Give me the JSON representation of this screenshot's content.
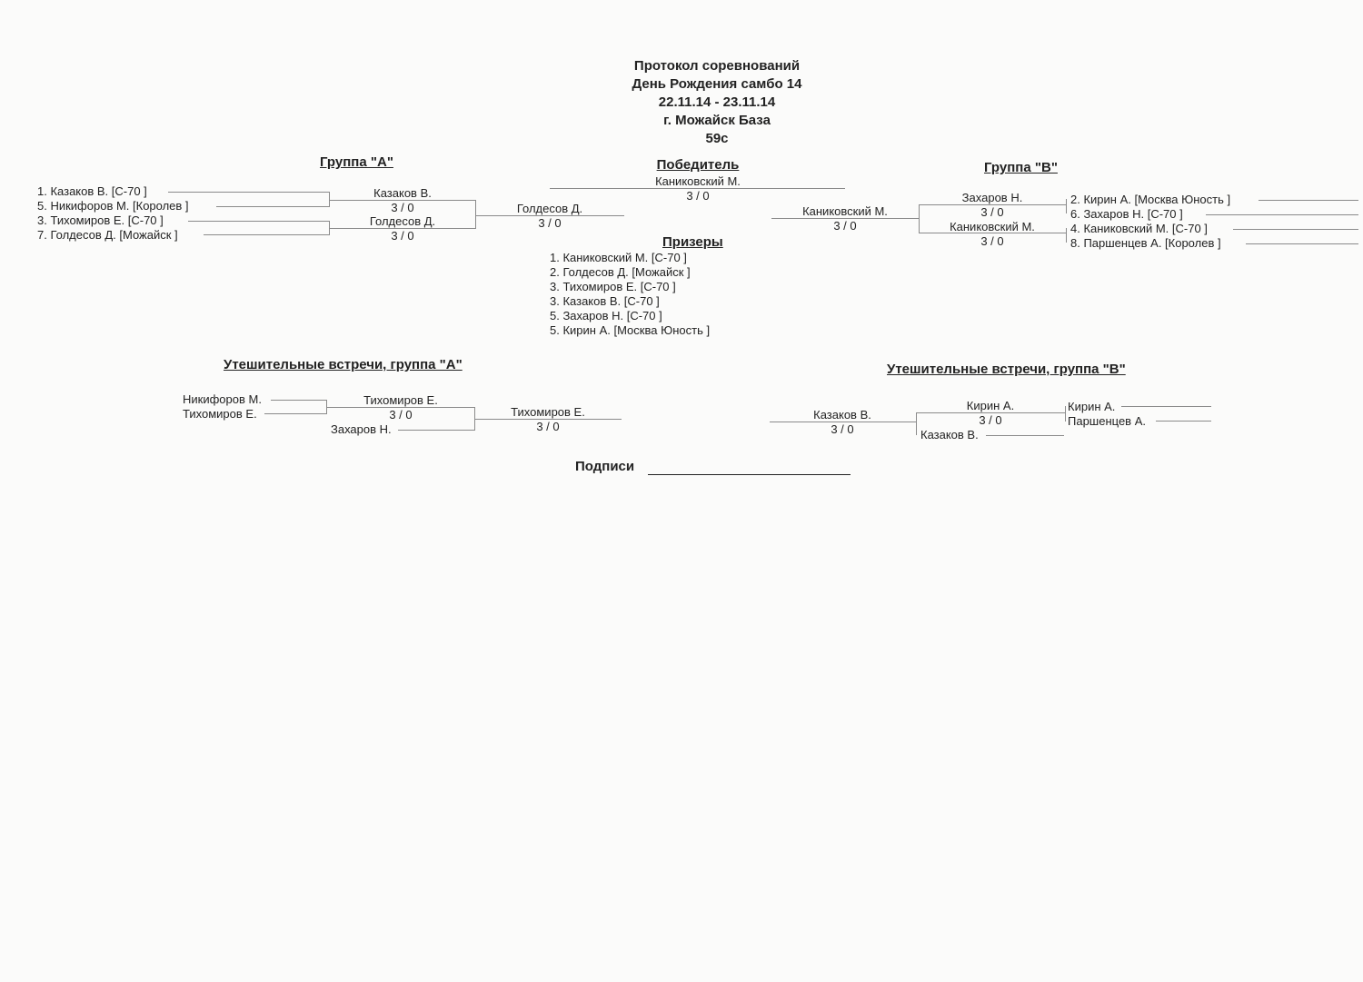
{
  "header": {
    "line1": "Протокол соревнований",
    "line2": "День Рождения самбо 14",
    "line3": "22.11.14 - 23.11.14",
    "line4": "г. Можайск База",
    "line5": "59с"
  },
  "group_a": {
    "title": "Группа  \"А\"",
    "entries": [
      "1. Казаков В.  [С-70   ]",
      "5. Никифоров М.  [Королев   ]",
      "3. Тихомиров Е.  [С-70   ]",
      "7. Голдесов Д.  [Можайск   ]"
    ],
    "r1": [
      {
        "name": "Казаков В.",
        "score": "3  /  0"
      },
      {
        "name": "Голдесов Д.",
        "score": "3  /  0"
      }
    ],
    "final": {
      "name": "Голдесов Д.",
      "score": "3  /  0"
    }
  },
  "group_b": {
    "title": "Группа  \"В\"",
    "entries": [
      "2. Кирин А.  [Москва Юность   ]",
      "6. Захаров Н.  [С-70   ]",
      "4. Каниковский М.  [С-70   ]",
      "8. Паршенцев А.  [Королев   ]"
    ],
    "r1": [
      {
        "name": "Захаров Н.",
        "score": "3  /  0"
      },
      {
        "name": "Каниковский М.",
        "score": "3  /  0"
      }
    ],
    "final": {
      "name": "Каниковский М.",
      "score": "3  /  0"
    }
  },
  "winner": {
    "title": "Победитель",
    "name": "Каниковский М.",
    "score": "3  /  0"
  },
  "prizes": {
    "title": "Призеры",
    "items": [
      "1. Каниковский М.    [С-70   ]",
      "2. Голдесов Д.    [Можайск   ]",
      "3. Тихомиров Е.    [С-70   ]",
      "3. Казаков В.    [С-70   ]",
      "5. Захаров Н.    [С-70   ]",
      "5. Кирин А.    [Москва Юность   ]"
    ]
  },
  "cons_a": {
    "title": "Утешительные встречи, группа \"А\"",
    "p1": "Никифоров М.",
    "p2": "Тихомиров Е.",
    "w1": {
      "name": "Тихомиров Е.",
      "score": "3  /  0"
    },
    "p3": "Захаров Н.",
    "final": {
      "name": "Тихомиров Е.",
      "score": "3  /  0"
    }
  },
  "cons_b": {
    "title": "Утешительные встречи, группа \"В\"",
    "p1": "Кирин А.",
    "p2": "Паршенцев А.",
    "w1": {
      "name": "Кирин А.",
      "score": "3  /  0"
    },
    "p3": "Казаков В.",
    "final": {
      "name": "Казаков В.",
      "score": "3  /  0"
    }
  },
  "signature": {
    "label": "Подписи"
  }
}
